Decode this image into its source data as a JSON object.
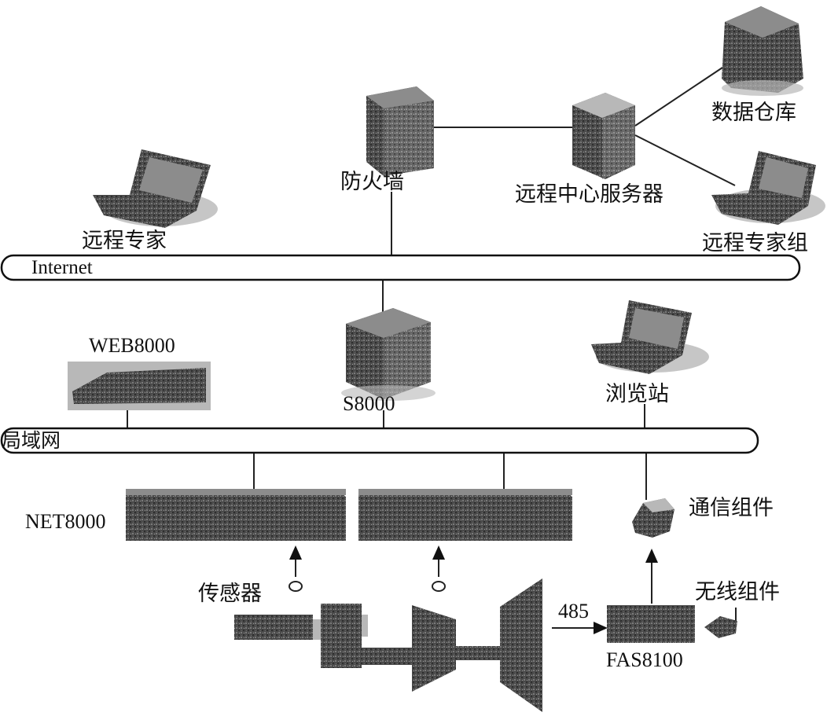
{
  "networks": {
    "internet": "Internet",
    "lan": "局域网"
  },
  "nodes": {
    "firewall": "防火墙",
    "remote_center_server": "远程中心服务器",
    "data_warehouse": "数据仓库",
    "remote_expert_group": "远程专家组",
    "remote_expert": "远程专家",
    "web8000": "WEB8000",
    "s8000": "S8000",
    "browser_station": "浏览站",
    "net8000": "NET8000",
    "comm_module": "通信组件",
    "wireless_module": "无线组件",
    "sensor": "传感器",
    "fas8100": "FAS8100",
    "link_485": "485"
  },
  "icons": {
    "firewall": "firewall-icon",
    "server": "server-icon",
    "laptop": "laptop-icon",
    "device_rack": "rack-device-icon",
    "turbine": "turbine-icon"
  }
}
